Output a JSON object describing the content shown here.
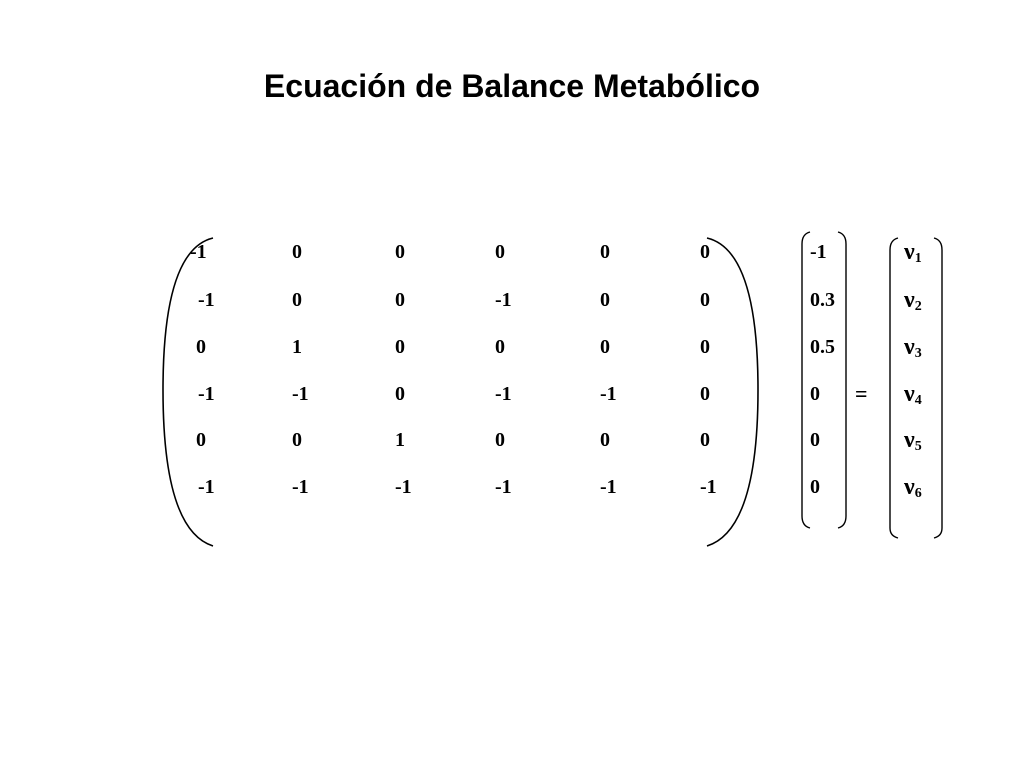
{
  "slide": {
    "title": "Ecuación de Balance Metabólico"
  },
  "equation": {
    "matrix": [
      [
        "-1",
        "0",
        "0",
        "0",
        "0",
        "0"
      ],
      [
        "-1",
        "0",
        "0",
        "-1",
        "0",
        "0"
      ],
      [
        "0",
        "1",
        "0",
        "0",
        "0",
        "0"
      ],
      [
        "-1",
        "-1",
        "0",
        "-1",
        "-1",
        "0"
      ],
      [
        "0",
        "0",
        "1",
        "0",
        "0",
        "0"
      ],
      [
        "-1",
        "-1",
        "-1",
        "-1",
        "-1",
        "-1"
      ]
    ],
    "vector": [
      "-1",
      "0.3",
      "0.5",
      "0",
      "0",
      "0"
    ],
    "equals": "=",
    "unknowns": [
      {
        "symbol": "ν",
        "index": "1"
      },
      {
        "symbol": "ν",
        "index": "2"
      },
      {
        "symbol": "ν",
        "index": "3"
      },
      {
        "symbol": "ν",
        "index": "4"
      },
      {
        "symbol": "ν",
        "index": "5"
      },
      {
        "symbol": "ν",
        "index": "6"
      }
    ]
  }
}
